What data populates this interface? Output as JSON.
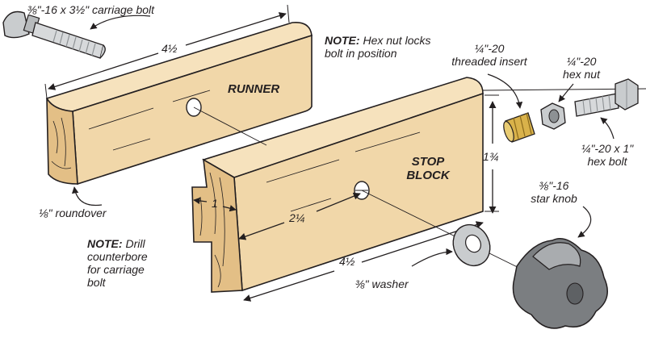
{
  "parts": {
    "runner": "RUNNER",
    "stop_block_line1": "STOP",
    "stop_block_line2": "BLOCK"
  },
  "callouts": {
    "carriage_bolt": "⅜\"-16 x 3½\" carriage bolt",
    "threaded_insert_line1": "¼\"-20",
    "threaded_insert_line2": "threaded insert",
    "hex_nut_line1": "¼\"-20",
    "hex_nut_line2": "hex nut",
    "hex_bolt_line1": "¼\"-20 x 1\"",
    "hex_bolt_line2": "hex bolt",
    "star_knob_line1": "⅜\"-16",
    "star_knob_line2": "star knob",
    "washer": "⅜\" washer",
    "roundover": "⅛\" roundover"
  },
  "notes": {
    "top_head": "NOTE:",
    "top_line1": " Hex nut locks",
    "top_line2": "bolt in position",
    "drill_head": "NOTE:",
    "drill_line1": " Drill",
    "drill_line2": "counterbore",
    "drill_line3": "for carriage",
    "drill_line4": "bolt"
  },
  "dimensions": {
    "runner_length": "4½",
    "stop_length": "4½",
    "stop_height": "1¾",
    "hole_offset": "2¼",
    "end_offset": "1"
  },
  "colors": {
    "wood": "#f1d7a9",
    "wood_end": "#e3bf86",
    "wood_top": "#f6e2bd",
    "ink": "#231f20",
    "brass": "#d9b24a",
    "steel": "#c9ccce",
    "steel_dark": "#8d9194",
    "knob": "#6e7174"
  }
}
